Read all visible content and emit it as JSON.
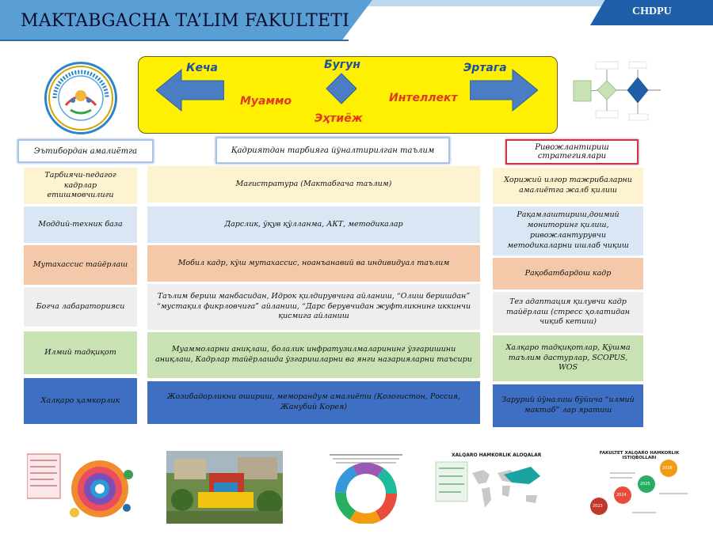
{
  "header": {
    "title": "MAKTABGACHA TA’LIM FAKULTETI",
    "code": "CHDPU"
  },
  "banner": {
    "left_word": "Кеча",
    "center_word": "Бугун",
    "right_word": "Эртага",
    "problem": "Муаммо",
    "intellect": "Интеллект",
    "need": "Эҳтиёж"
  },
  "columns": {
    "left_header": "Эътибордан амалиётга",
    "center_header": "Қадриятдан тарбияга йўналтирилган таълим",
    "right_header": "Ривожлантириш стратегиялари"
  },
  "rows": [
    {
      "left": "Тарбиячи-педагог кадрлар етишмовчилиги",
      "center": "Магистратура (Мактабгача таълим)",
      "right": "Хорижий илгор тажрибаларни амалиётга жалб қилиш",
      "color": "#fdf3d1"
    },
    {
      "left": "Моддий-техник база",
      "center": "Дарслик, ўқув қўлланма, АКТ, методикалар",
      "right": "Рақамлаштириш,доимий мониторинг қилиш, ривожлантурувчи методикаларни ишлаб чиқиш",
      "color": "#dbe6f4"
    },
    {
      "left": "Мутахассис тайёрлаш",
      "center": "Мобил кадр, кўш мутахассис, ноанъанавий ва индивидуал таълим",
      "right": "Рақобатбардош кадр",
      "color": "#f4c9a9"
    },
    {
      "left": "Богча лабараторияси",
      "center": "Таълим бериш манбасидан, Идрок қилдирувчига айланиш, “Олиш беришдан” “мустақил фикрловчига” айланиш, “Дарс берувчидан жуфтликнинг иккинчи қисмига айланиш",
      "right": "Тез адаптация қилувчи кадр тайёрлаш (стресс ҳолатидан чиқиб кетиш)",
      "color": "#eeeeee"
    },
    {
      "left": "Илмий тадқиқот",
      "center": "Муаммоларни аниқлаш, болалик инфратузилмаларининг ўзгаришини аниқлаш, Кадрлар тайёрлашда ўзгаришларни ва янги назарияларни таъсири",
      "right": "Халқаро тадқиқотлар, Қўшма таълим дастурлар, SCOPUS, WOS",
      "color": "#c9e2b3"
    },
    {
      "left": "Халқаро ҳамкорлик",
      "center": "Жозибадорликни ошириш, меморандум амалиёти (Қозогистон, Россия, Жанубий Корея)",
      "right": "Зарурий йўналиш бўйича “илмий мактаб” лар яратиш",
      "color": "#3f6fc2"
    }
  ],
  "thumbnails": {
    "map_title": "XALQARO HAMKORLIK ALOQALAR",
    "timeline_title": "FAKULTET XALQARO HAMKORLIK ISTIQBOLLARI",
    "timeline_years": [
      "2023",
      "2024",
      "2025",
      "2026"
    ]
  }
}
